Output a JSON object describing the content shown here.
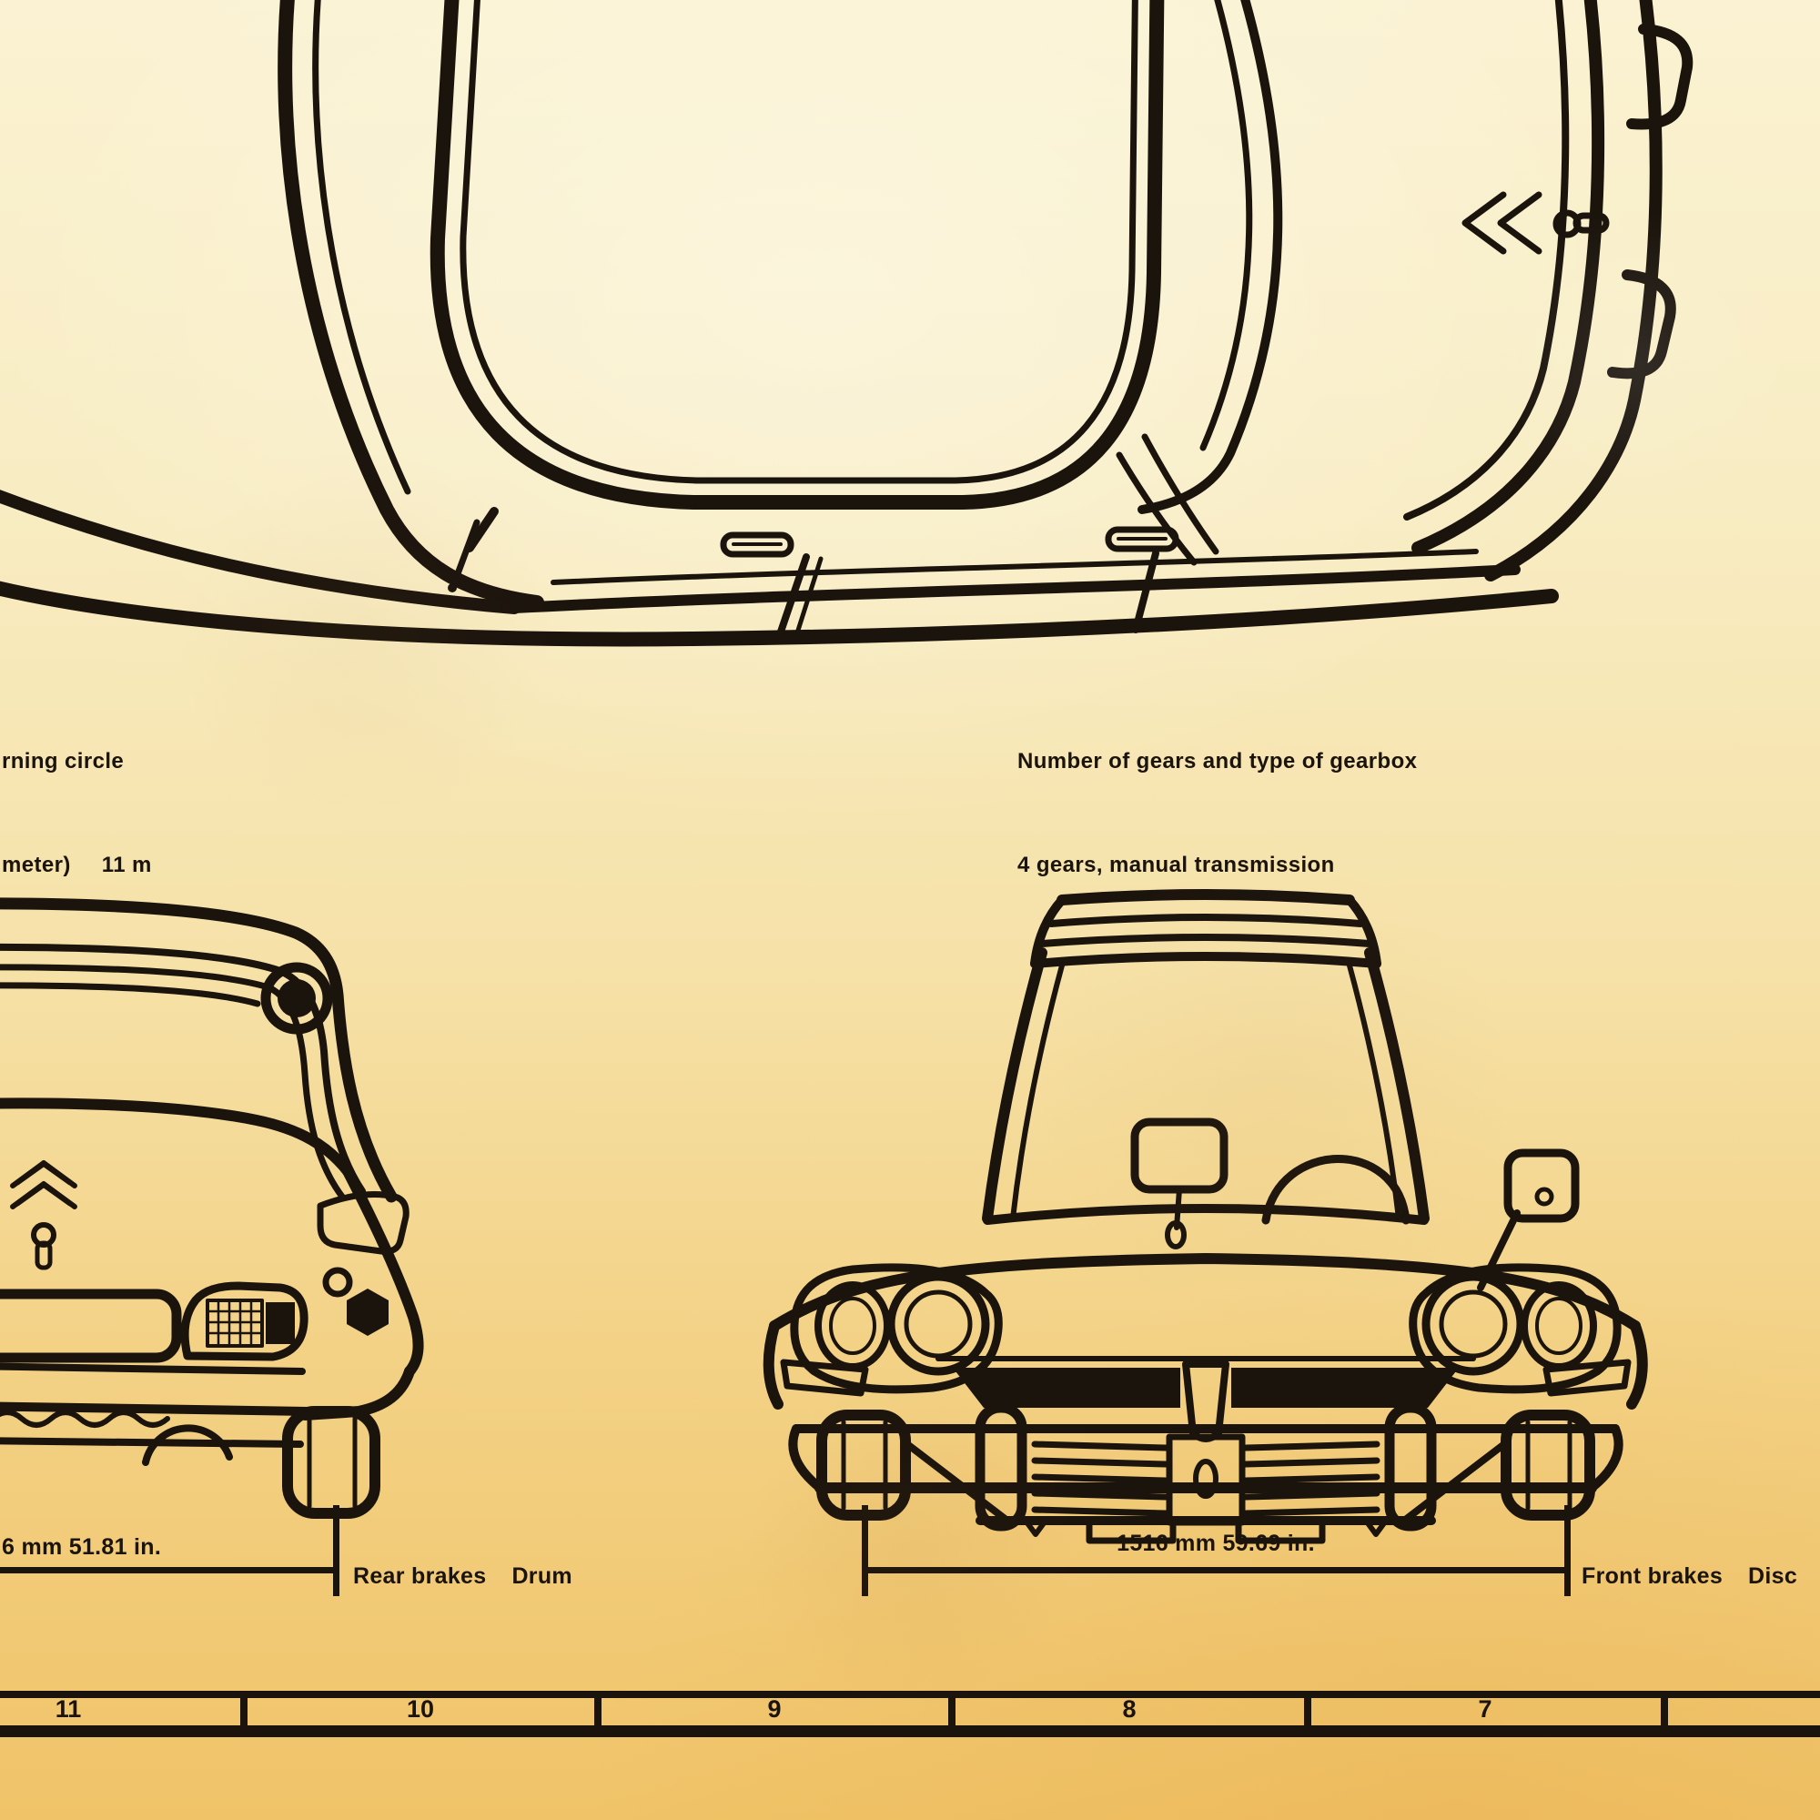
{
  "poster": {
    "specs": {
      "turning_circle": {
        "line1": "rning circle",
        "line2_prefix": "meter)",
        "value": "11 m"
      },
      "gearbox": {
        "line1": "Number of gears and type of gearbox",
        "line2": "4 gears, manual transmission"
      }
    },
    "dimensions": {
      "rear_track_label": "6 mm 51.81 in.",
      "rear_brakes_label": "Rear brakes",
      "rear_brakes_value": "Drum",
      "front_track_label": "1516 mm 59.69 in.",
      "front_brakes_label": "Front brakes",
      "front_brakes_value": "Disc"
    },
    "ruler": {
      "numbers": [
        "11",
        "10",
        "9",
        "8",
        "7"
      ]
    },
    "colors": {
      "paper_top": "#faf2d2",
      "paper_bottom": "#f0c368",
      "ink": "#1b140d"
    },
    "icons": [
      "citroen-double-chevron-icon",
      "keyhole-icon",
      "trumpet-indicator-icon"
    ]
  }
}
